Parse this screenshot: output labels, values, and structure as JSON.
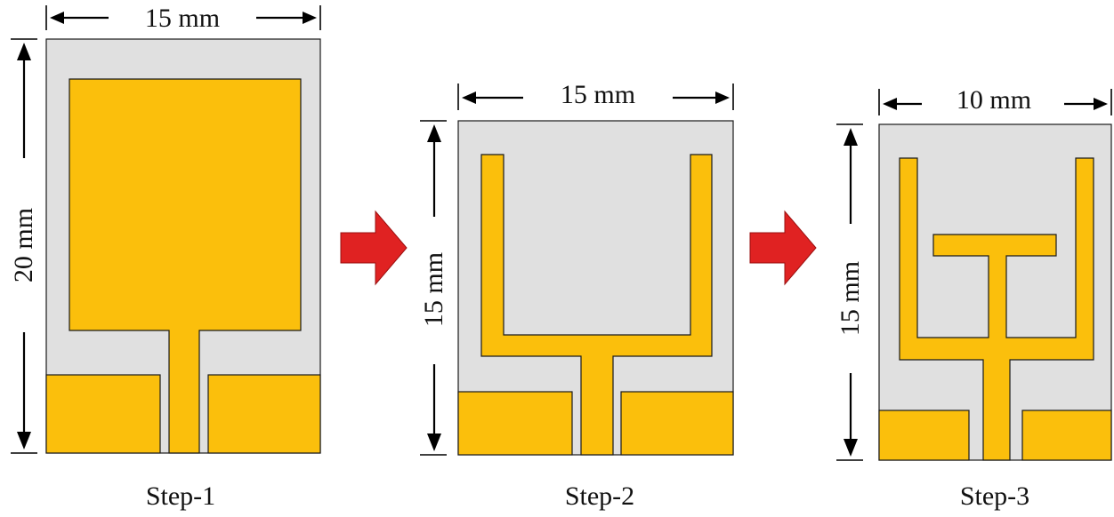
{
  "steps": [
    {
      "caption": "Step-1",
      "width_label": "15 mm",
      "height_label": "20 mm"
    },
    {
      "caption": "Step-2",
      "width_label": "15 mm",
      "height_label": "15 mm"
    },
    {
      "caption": "Step-3",
      "width_label": "10 mm",
      "height_label": "15 mm"
    }
  ],
  "colors": {
    "substrate": "#e0e0e0",
    "copper": "#fbbf0c",
    "transition_arrow": "#e02222"
  }
}
